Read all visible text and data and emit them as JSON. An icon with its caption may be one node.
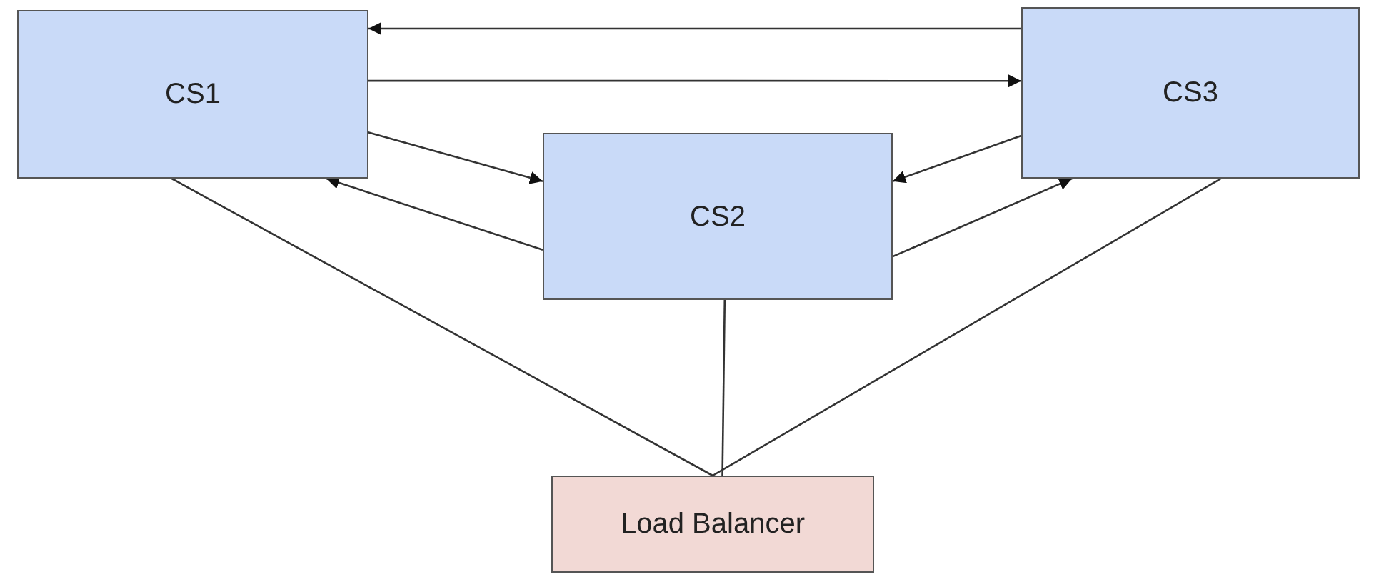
{
  "diagram": {
    "nodes": [
      {
        "text": [
          "CS1"
        ]
      },
      {
        "text": [
          "CS2"
        ]
      },
      {
        "text": [
          "CS3"
        ]
      },
      {
        "text": [
          "Load Balancer"
        ]
      }
    ],
    "edges": [
      {
        "from": 2,
        "to": 0,
        "arrow": "to"
      },
      {
        "from": 0,
        "to": 2,
        "arrow": "to"
      },
      {
        "from": 0,
        "to": 1,
        "arrow": "to"
      },
      {
        "from": 1,
        "to": 0,
        "arrow": "to"
      },
      {
        "from": 2,
        "to": 1,
        "arrow": "to"
      },
      {
        "from": 1,
        "to": 2,
        "arrow": "to"
      },
      {
        "from": 0,
        "to": 3,
        "arrow": "none"
      },
      {
        "from": 1,
        "to": 3,
        "arrow": "none"
      },
      {
        "from": 2,
        "to": 3,
        "arrow": "none"
      }
    ]
  }
}
